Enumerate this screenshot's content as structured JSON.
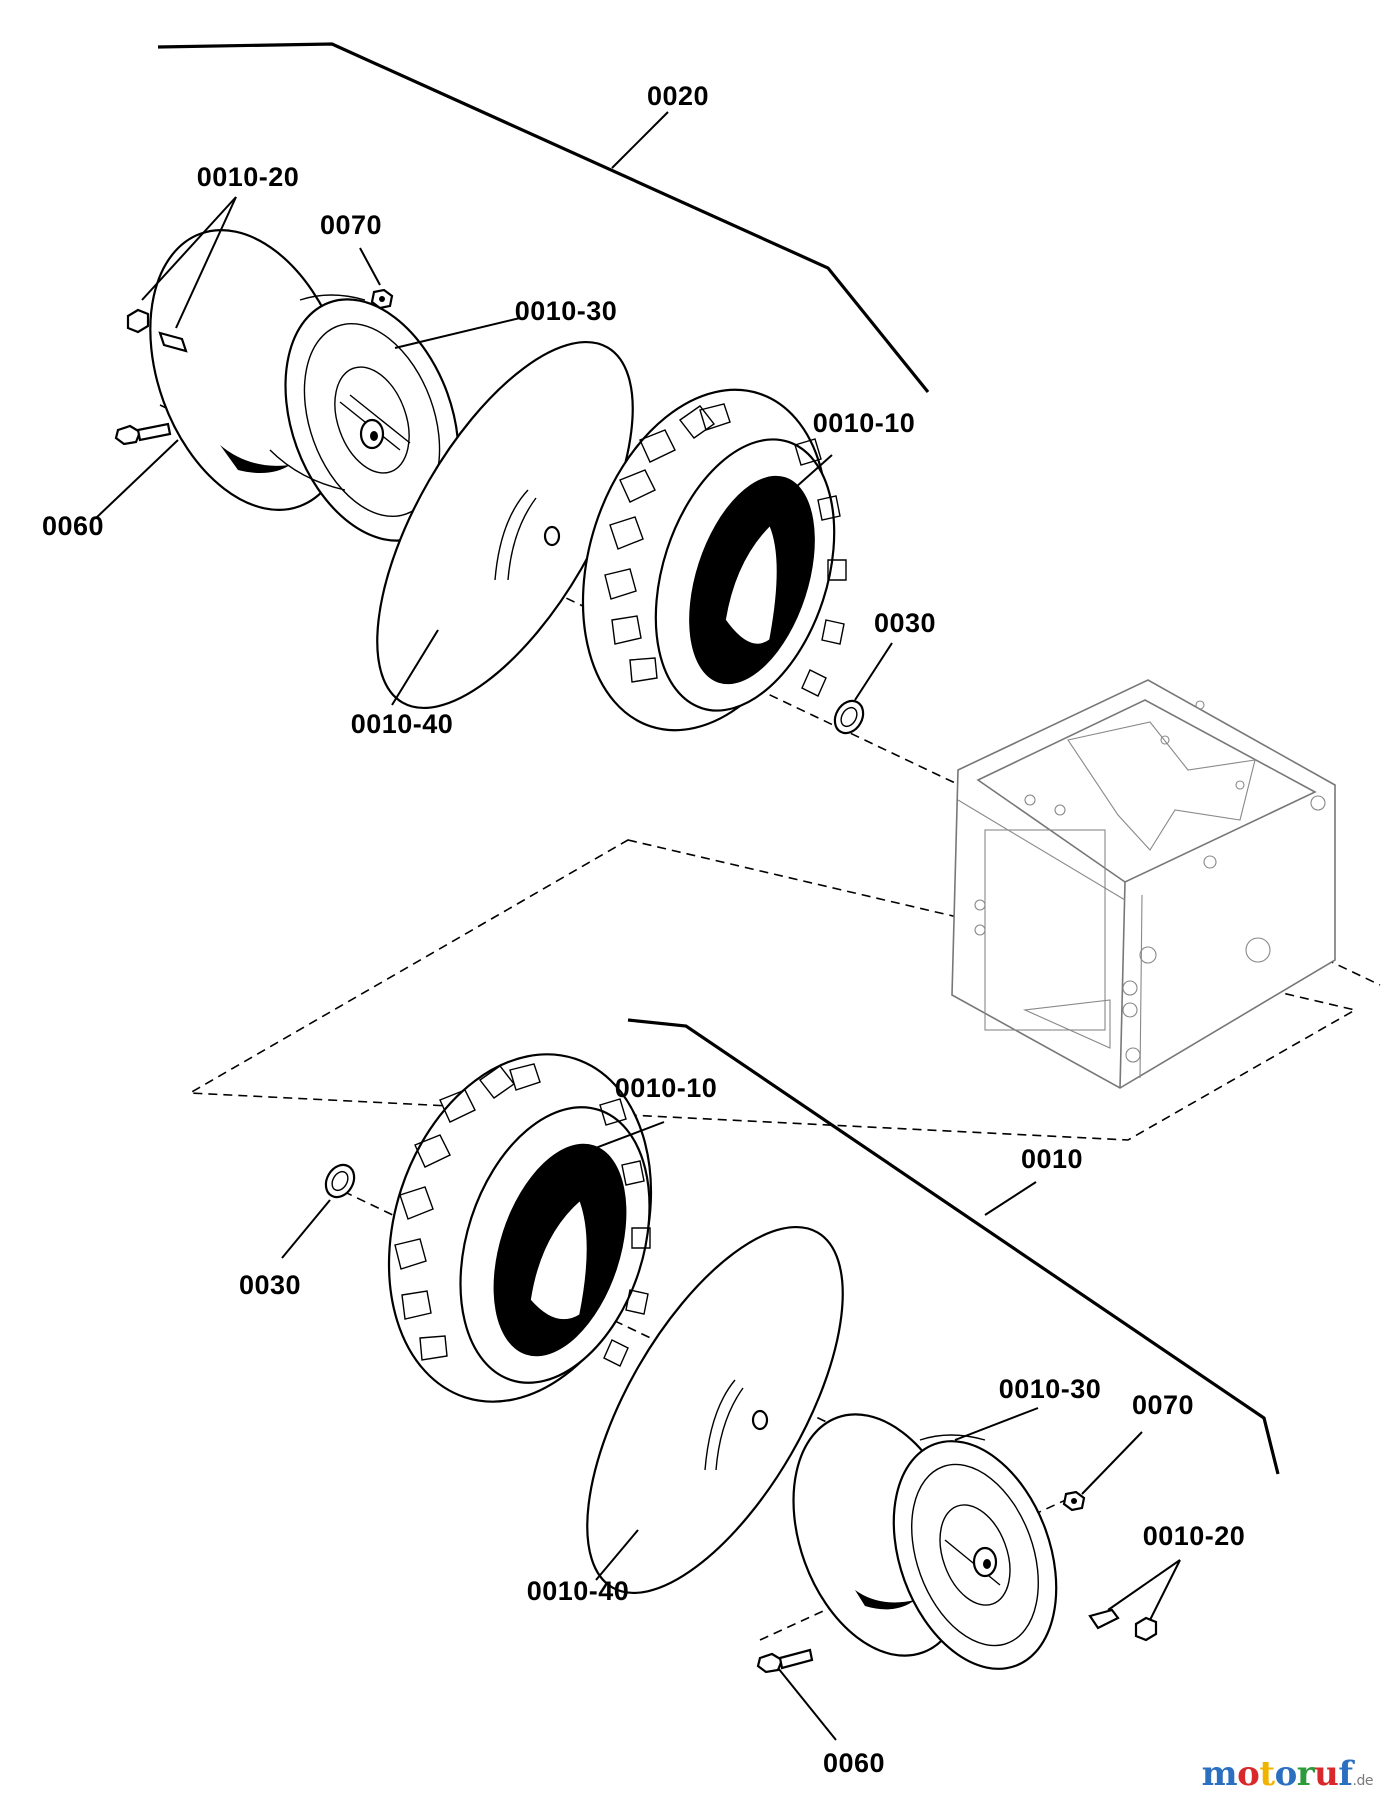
{
  "callouts": {
    "top_assembly": "0020",
    "top_valve": "0010-20",
    "top_nut": "0070",
    "top_rim": "0010-30",
    "top_bolt": "0060",
    "top_tube": "0010-40",
    "top_tire": "0010-10",
    "top_ring": "0030",
    "bottom_assembly": "0010",
    "bottom_tire": "0010-10",
    "bottom_ring": "0030",
    "bottom_rim": "0010-30",
    "bottom_nut": "0070",
    "bottom_valve": "0010-20",
    "bottom_tube": "0010-40",
    "bottom_bolt": "0060"
  },
  "watermark": {
    "m1": "m",
    "o1": "o",
    "t": "t",
    "o2": "o",
    "r": "r",
    "u": "u",
    "f": "f",
    "suffix": ".de",
    "colors": {
      "m": "#2b6fc0",
      "o1": "#d8282b",
      "t": "#f0b400",
      "o2": "#2b6fc0",
      "r": "#2e9a3c",
      "u": "#d8282b",
      "f": "#2b6fc0"
    }
  }
}
